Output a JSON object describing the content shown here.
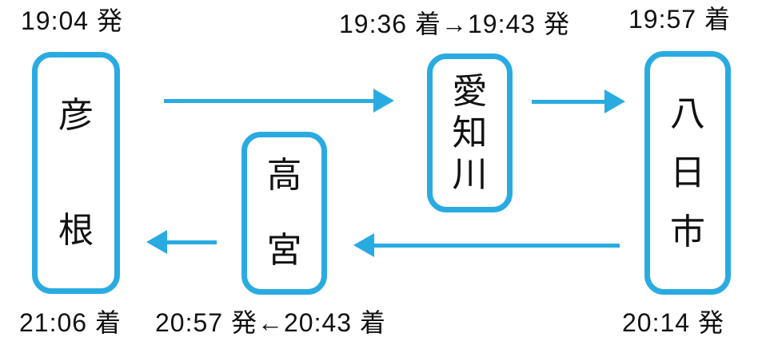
{
  "colors": {
    "accent": "#29abe2",
    "text": "#111111",
    "background": "#ffffff"
  },
  "stations": {
    "hikone": {
      "name": "彦根",
      "chars": [
        "彦",
        "根"
      ],
      "depart_label": "19:04 発",
      "arrive_label": "21:06 着"
    },
    "echigawa": {
      "name": "愛知川",
      "chars": [
        "愛",
        "知",
        "川"
      ],
      "times_label": "19:36 着→19:43 発"
    },
    "yokaichi": {
      "name": "八日市",
      "chars": [
        "八",
        "日",
        "市"
      ],
      "arrive_label": "19:57 着",
      "depart_label": "20:14 発"
    },
    "takamiya": {
      "name": "高宮",
      "chars": [
        "高",
        "宮"
      ],
      "times_label": "20:57 発←20:43 着"
    }
  },
  "route": [
    {
      "from": "彦根",
      "to": "愛知川",
      "direction": "right"
    },
    {
      "from": "愛知川",
      "to": "八日市",
      "direction": "right"
    },
    {
      "from": "八日市",
      "to": "高宮",
      "direction": "left"
    },
    {
      "from": "高宮",
      "to": "彦根",
      "direction": "left"
    }
  ]
}
